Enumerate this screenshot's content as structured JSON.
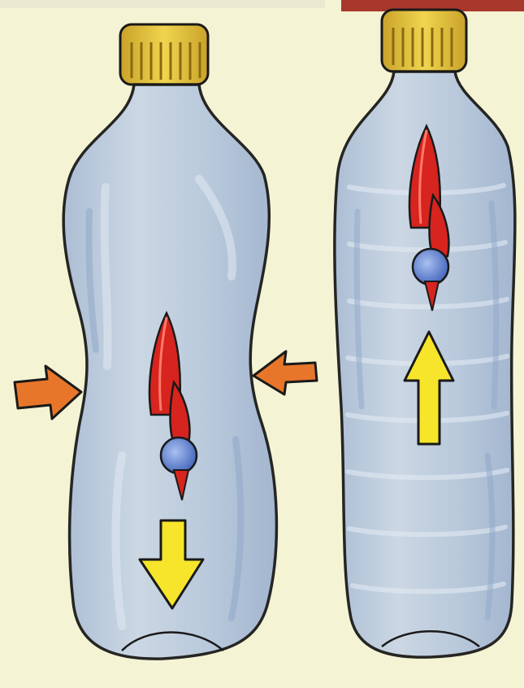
{
  "scene": {
    "background": "#f4f3d4",
    "corner_strip": "#a8382c"
  },
  "bottles": [
    {
      "state": "squeezed",
      "cap_icon": "bottle-cap-icon",
      "diver_icon": "cartesian-diver-icon",
      "motion": "down",
      "motion_icon": "arrow-down-icon",
      "squeeze_arrows": [
        "arrow-right-icon",
        "arrow-left-icon"
      ]
    },
    {
      "state": "relaxed",
      "cap_icon": "bottle-cap-icon",
      "diver_icon": "cartesian-diver-icon",
      "motion": "up",
      "motion_icon": "arrow-up-icon"
    }
  ],
  "colors": {
    "bottle_fill": "#b7c8dc",
    "bottle_outline": "#1a1a1a",
    "cap_yellow": "#e8c53a",
    "diver_red": "#d8241e",
    "diver_ball_blue": "#6d8fd8",
    "motion_arrow_yellow": "#f6e52a",
    "squeeze_arrow_orange": "#e8762a"
  }
}
